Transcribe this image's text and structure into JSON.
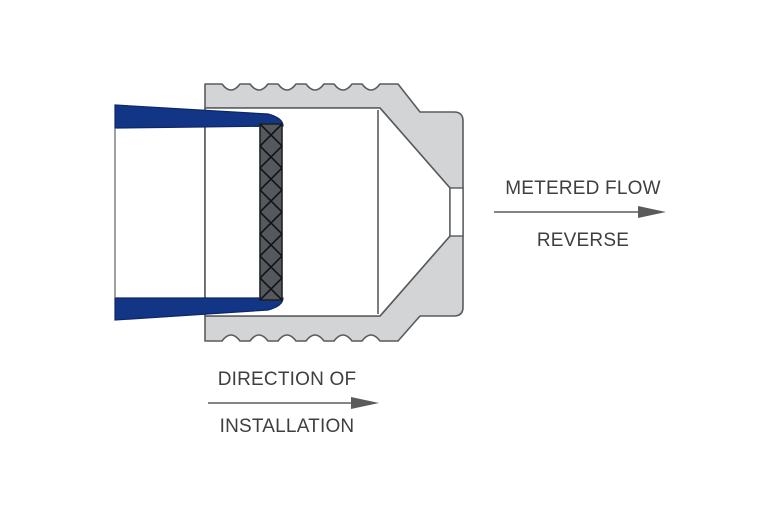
{
  "labels": {
    "flow_top": "METERED FLOW",
    "flow_bottom": "REVERSE",
    "install_top": "DIRECTION OF",
    "install_bottom": "INSTALLATION"
  },
  "colors": {
    "tube": "#133586",
    "tube_edge": "#0d2668",
    "body": "#d2d4d6",
    "body_edge": "#595b5e",
    "screen": "#55595d",
    "arrow": "#5b5b5b",
    "text": "#3f3f3f"
  }
}
